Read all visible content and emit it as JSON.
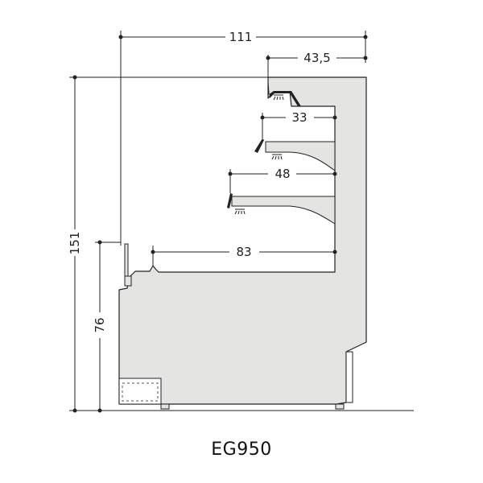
{
  "model": "EG950",
  "dimensions": {
    "total_width": "111",
    "top_depth": "43,5",
    "upper_shelf": "33",
    "lower_shelf": "48",
    "base_depth": "83",
    "total_height": "151",
    "base_height": "76"
  },
  "colors": {
    "body_fill": "#e4e5e3",
    "outline": "#222222",
    "dimension_line": "#222222"
  }
}
